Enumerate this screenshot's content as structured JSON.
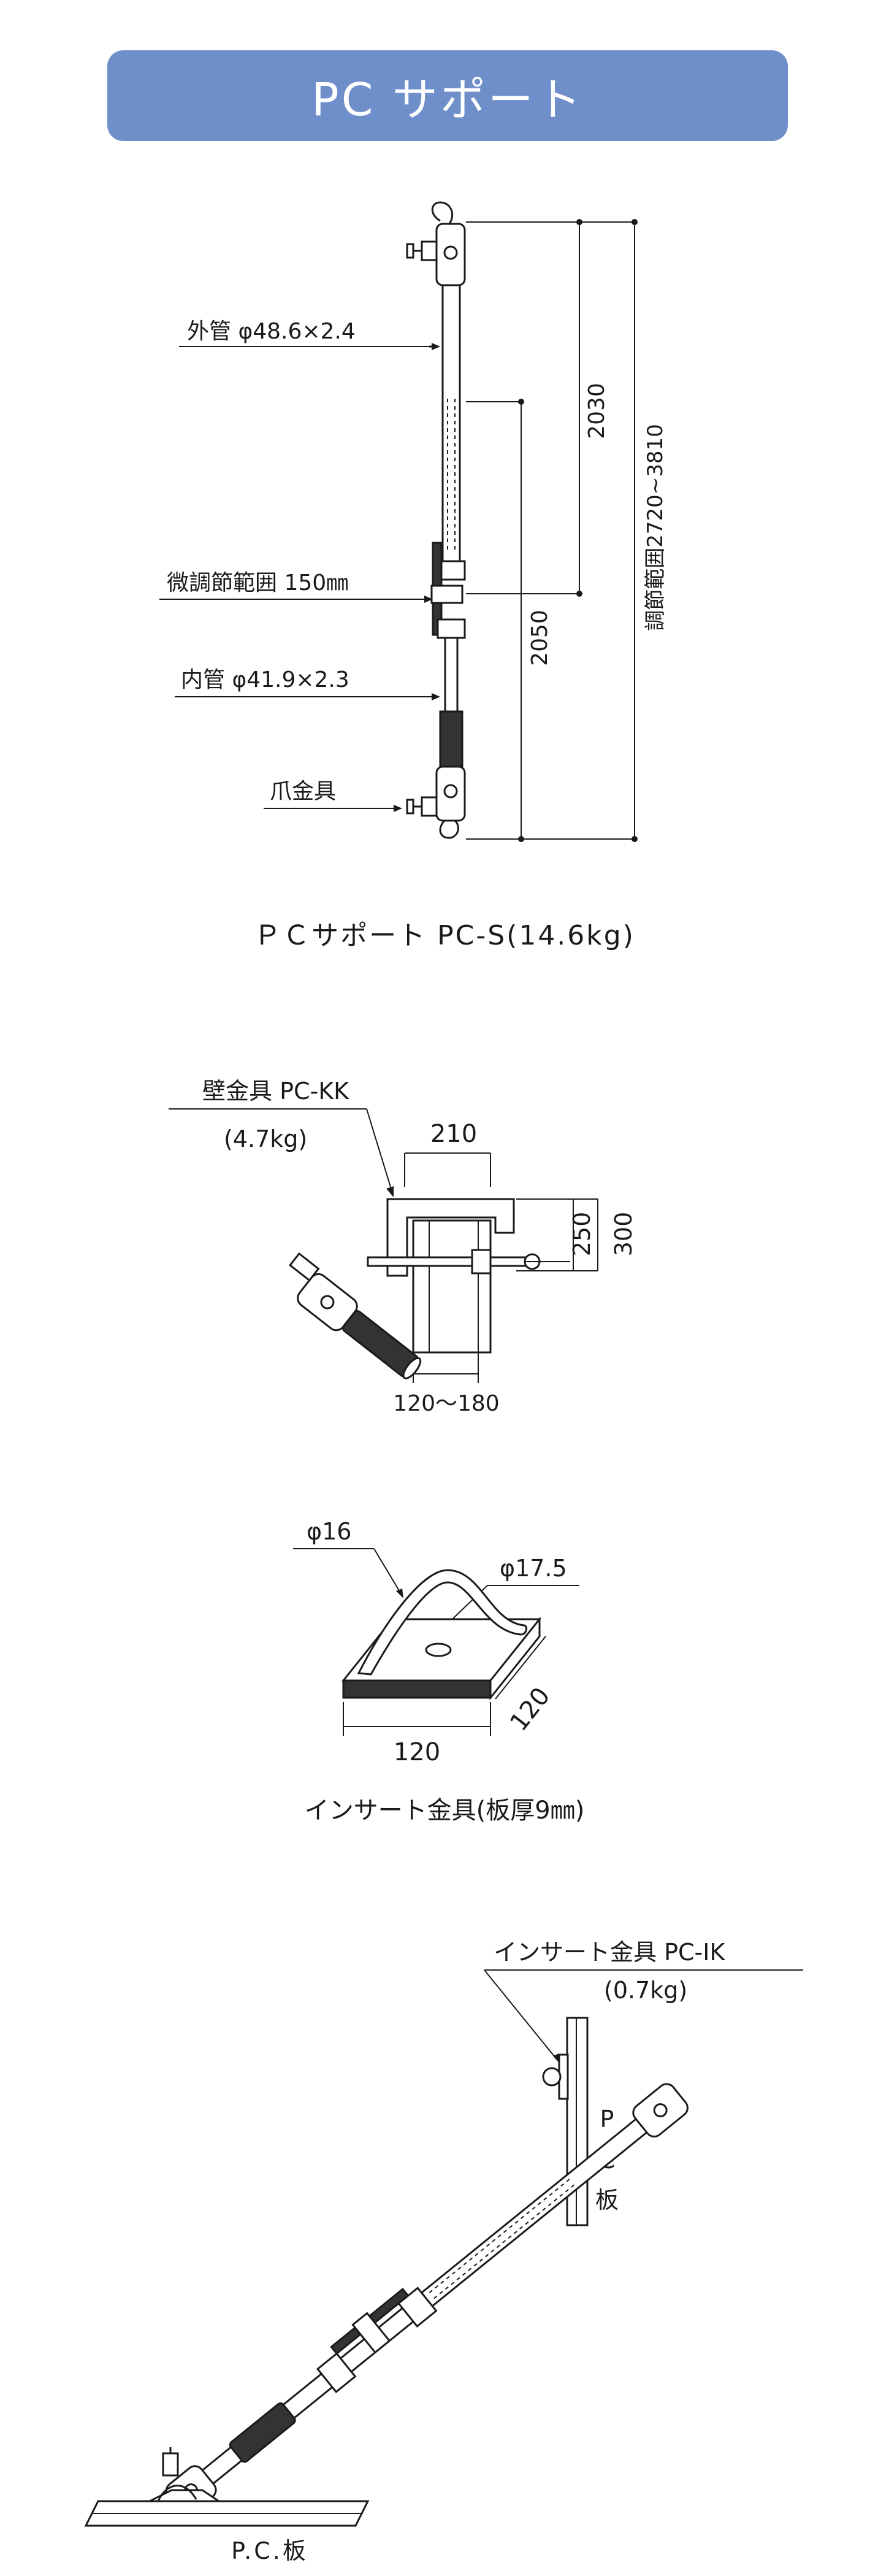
{
  "banner": {
    "title": "PC サポート"
  },
  "support": {
    "outer_pipe": "外管 φ48.6×2.4",
    "fine_adjust": "微調節範囲 150㎜",
    "inner_pipe": "内管 φ41.9×2.3",
    "claw": "爪金具",
    "dim_2030": "2030",
    "dim_2050": "2050",
    "dim_range": "調節範囲2720~3810",
    "caption": "ＰＣサポート PC-S(14.6kg)"
  },
  "wall_fitting": {
    "label": "壁金具 PC-KK",
    "weight": "(4.7kg)",
    "dim_210": "210",
    "dim_250": "250",
    "dim_300": "300",
    "dim_range": "120～180"
  },
  "insert": {
    "phi16": "φ16",
    "phi175": "φ17.5",
    "dim_w": "120",
    "dim_d": "120",
    "caption": "インサート金具(板厚9㎜)"
  },
  "install": {
    "label": "インサート金具 PC-IK",
    "weight": "(0.7kg)",
    "wall_p": "P",
    "wall_c": "C",
    "wall_board": "板",
    "floor_label": "P.C.板"
  }
}
